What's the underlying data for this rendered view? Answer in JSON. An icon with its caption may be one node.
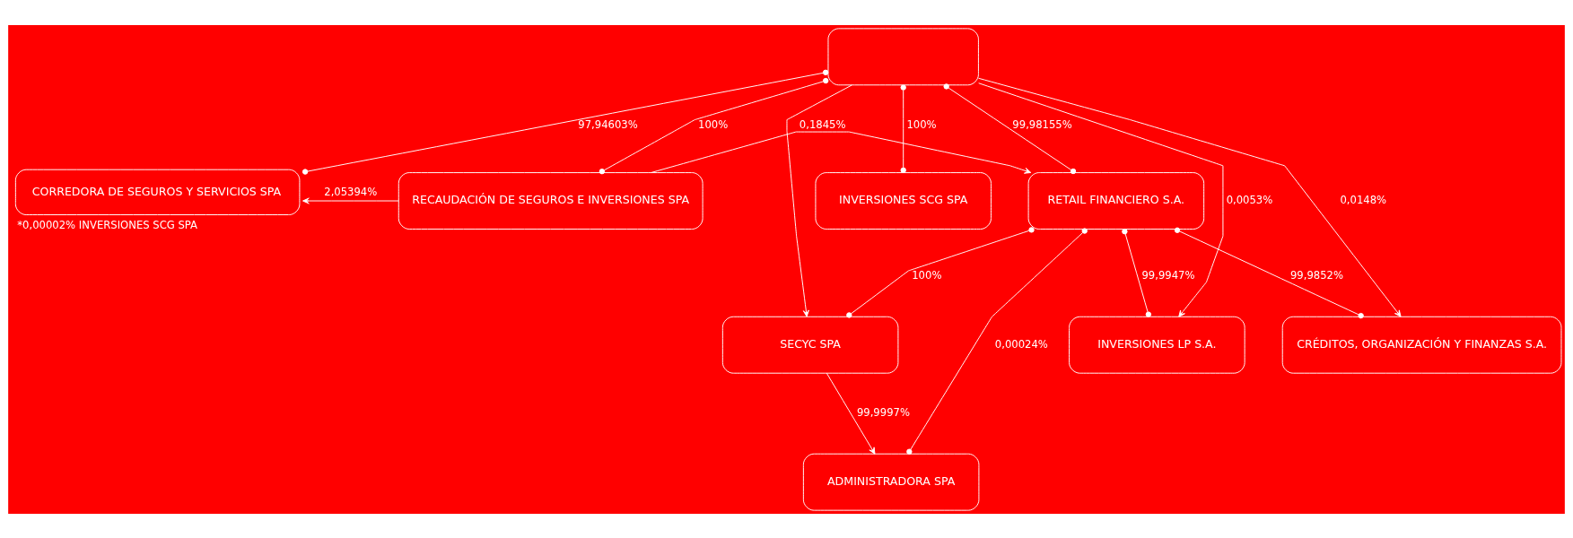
{
  "diagram": {
    "nodes": [
      {
        "text": [],
        "shape": "box"
      },
      {
        "text": [
          "CORREDORA DE SEGUROS Y SERVICIOS SPA"
        ],
        "beside": [
          "*0,00002% INVERSIONES SCG SPA"
        ]
      },
      {
        "text": [
          "RECAUDACIÓN DE SEGUROS E INVERSIONES SPA"
        ]
      },
      {
        "text": [
          "RETAIL FINANCIERO S.A."
        ]
      },
      {
        "text": [
          "INVERSIONES SCG SPA"
        ]
      },
      {
        "text": [
          "SECYC SPA"
        ]
      },
      {
        "text": [
          "CRÉDITOS, ORGANIZACIÓN Y FINANZAS S.A."
        ]
      },
      {
        "text": [
          "INVERSIONES LP S.A."
        ]
      },
      {
        "text": [
          "ADMINISTRADORA SPA"
        ]
      }
    ],
    "edges": [
      {
        "from": 0,
        "to": 1,
        "arrow": "other",
        "label": "97,94603%"
      },
      {
        "from": 0,
        "to": 2,
        "arrow": "other",
        "label": "100%"
      },
      {
        "from": 0,
        "to": 3,
        "arrow": "other",
        "label": "99,98155%"
      },
      {
        "from": 0,
        "to": 4,
        "arrow": "other",
        "label": "100%"
      },
      {
        "from": 0,
        "to": 5,
        "arrow": "to"
      },
      {
        "from": 0,
        "to": 6,
        "arrow": "to",
        "label": "0,0148%"
      },
      {
        "from": 0,
        "to": 7,
        "arrow": "to",
        "label": "0,0053%"
      },
      {
        "from": 2,
        "to": 1,
        "arrow": "to",
        "label": "2,05394%"
      },
      {
        "from": 2,
        "to": 3,
        "arrow": "to",
        "label": "0,1845%"
      },
      {
        "from": 3,
        "to": 5,
        "arrow": "other",
        "label": "100%"
      },
      {
        "from": 3,
        "to": 6,
        "arrow": "other",
        "label": "99,9852%"
      },
      {
        "from": 3,
        "to": 7,
        "arrow": "other",
        "label": "99,9947%"
      },
      {
        "from": 3,
        "to": 8,
        "arrow": "other",
        "label": "0,00024%"
      },
      {
        "from": 5,
        "to": 8,
        "arrow": "to",
        "label": "99,9997%"
      }
    ]
  }
}
